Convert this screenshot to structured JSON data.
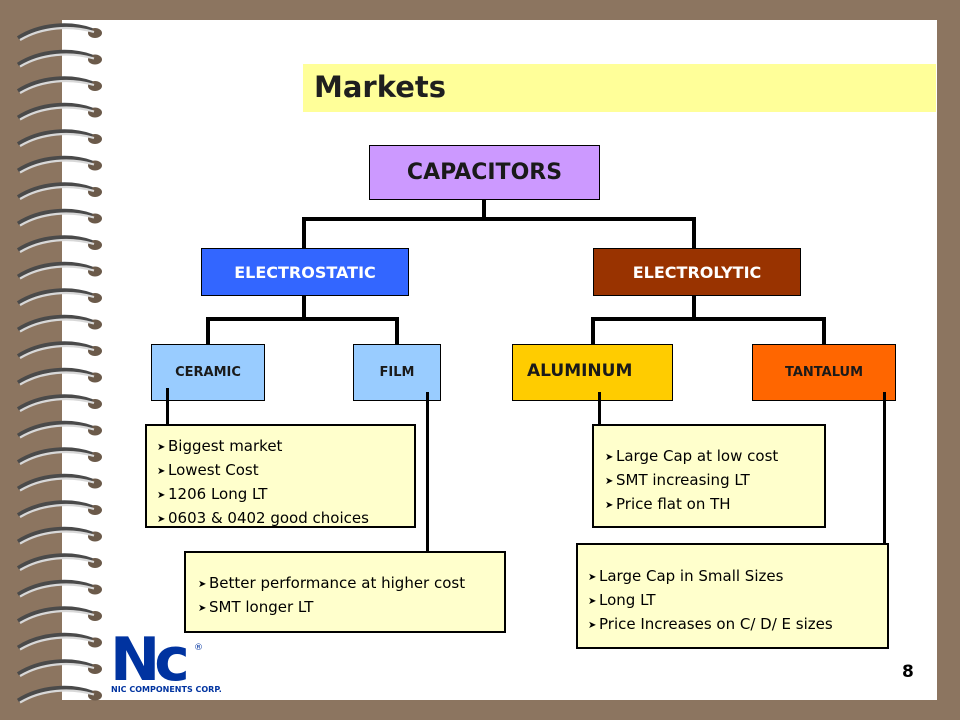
{
  "slide": {
    "title": "Markets",
    "page_number": "8"
  },
  "tree": {
    "root": "CAPACITORS",
    "level1": {
      "left": "ELECTROSTATIC",
      "right": "ELECTROLYTIC"
    },
    "level2": {
      "ceramic": "CERAMIC",
      "film": "FILM",
      "aluminum": "ALUMINUM",
      "tantalum": "TANTALUM"
    }
  },
  "notes": {
    "ceramic": [
      "Biggest market",
      "Lowest Cost",
      "1206 Long LT",
      "0603 & 0402 good choices"
    ],
    "film": [
      "Better performance at higher cost",
      "SMT longer LT"
    ],
    "aluminum": [
      "Large Cap at low cost",
      "SMT increasing LT",
      "Price flat on TH"
    ],
    "tantalum": [
      "Large Cap in Small Sizes",
      "Long LT",
      "Price Increases on C/ D/ E sizes"
    ]
  },
  "logo": {
    "mark": "Nc",
    "registered": "®",
    "company": "NIC COMPONENTS CORP."
  },
  "colors": {
    "background": "#8C7560",
    "title_band": "#FFFF99",
    "capacitors": "#CC99FF",
    "electrostatic": "#3366FF",
    "electrolytic": "#993300",
    "ceramic_film": "#99CCFF",
    "aluminum": "#FFCC00",
    "tantalum": "#FF6600",
    "note_fill": "#FFFFCC",
    "logo_blue": "#0033A0"
  }
}
